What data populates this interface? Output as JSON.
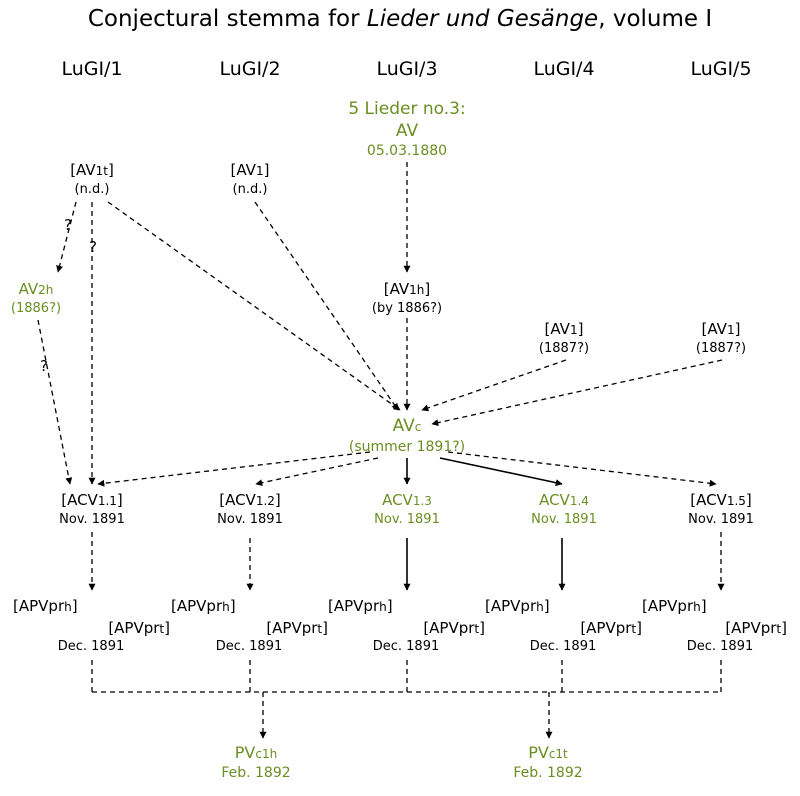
{
  "title": {
    "prefix": "Conjectural stemma for ",
    "italic": "Lieder und Gesänge",
    "suffix": ", volume I"
  },
  "columns": [
    "LuGI/1",
    "LuGI/2",
    "LuGI/3",
    "LuGI/4",
    "LuGI/5"
  ],
  "nodes": {
    "lieder3": {
      "line1": "5 Lieder no.3:",
      "line2": "AV",
      "line3": "05.03.1880",
      "color": "#6b8e23"
    },
    "av1t": {
      "main": "[AV",
      "sub": "1t",
      "close": "]",
      "date": "(n.d.)"
    },
    "av1_col2": {
      "main": "[AV",
      "sub": "1",
      "close": "]",
      "date": "(n.d.)"
    },
    "av2h": {
      "main": "AV",
      "sub": "2h",
      "close": "",
      "date": "(1886?)",
      "color": "#6b8e23"
    },
    "av1h": {
      "main": "[AV",
      "sub": "1h",
      "close": "]",
      "date": "(by 1886?)"
    },
    "av1_col4": {
      "main": "[AV",
      "sub": "1",
      "close": "]",
      "date": "(1887?)"
    },
    "av1_col5": {
      "main": "[AV",
      "sub": "1",
      "close": "]",
      "date": "(1887?)"
    },
    "avc": {
      "main": "AV",
      "sub": "c",
      "close": "",
      "date": "(summer 1891?)",
      "color": "#6b8e23"
    },
    "acv11": {
      "main": "[ACV",
      "sub": "1.1",
      "close": "]",
      "date": "Nov. 1891"
    },
    "acv12": {
      "main": "[ACV",
      "sub": "1.2",
      "close": "]",
      "date": "Nov. 1891"
    },
    "acv13": {
      "main": "ACV",
      "sub": "1.3",
      "close": "",
      "date": "Nov. 1891",
      "color": "#6b8e23"
    },
    "acv14": {
      "main": "ACV",
      "sub": "1.4",
      "close": "",
      "date": "Nov. 1891",
      "color": "#6b8e23"
    },
    "acv15": {
      "main": "[ACV",
      "sub": "1.5",
      "close": "]",
      "date": "Nov. 1891"
    },
    "pvc1h": {
      "main": "PV",
      "sub": "c1h",
      "close": "",
      "date": "Feb. 1892",
      "color": "#6b8e23"
    },
    "pvc1t": {
      "main": "PV",
      "sub": "c1t",
      "close": "",
      "date": "Feb. 1892",
      "color": "#6b8e23"
    }
  },
  "proofs": {
    "main": "[APVpr",
    "sub_h": "h",
    "sub_t": "t",
    "close": "]",
    "date": "Dec. 1891"
  },
  "question_mark": "?"
}
